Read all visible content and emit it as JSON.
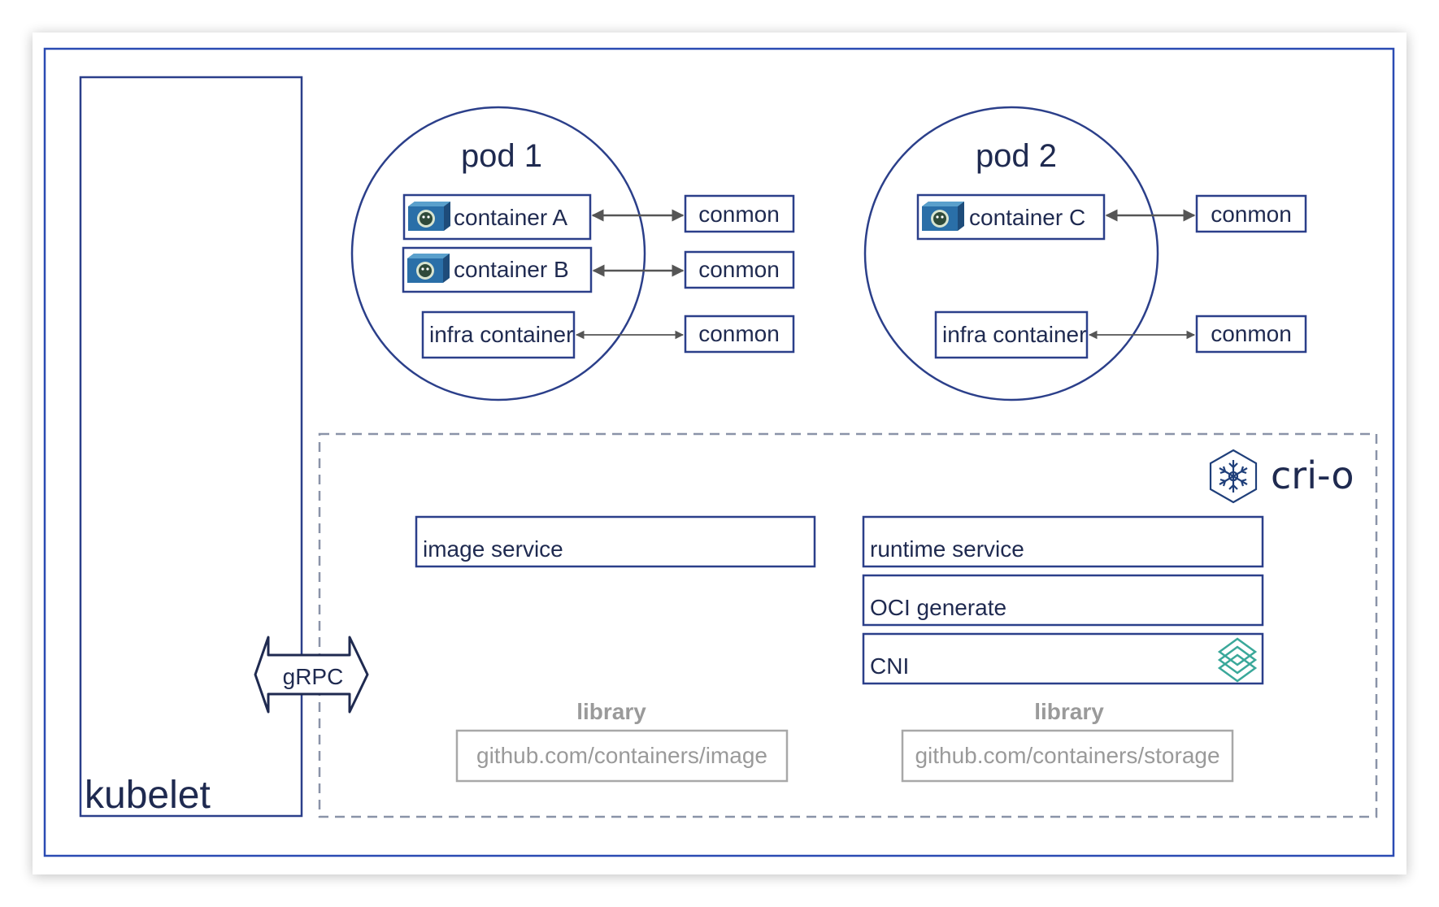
{
  "kubelet": {
    "label": "kubelet"
  },
  "grpc": {
    "label": "gRPC"
  },
  "pods": [
    {
      "title": "pod 1",
      "containers": [
        "container A",
        "container B"
      ],
      "infra": "infra container",
      "conmon": [
        "conmon",
        "conmon",
        "conmon"
      ]
    },
    {
      "title": "pod 2",
      "containers": [
        "container C"
      ],
      "infra": "infra container",
      "conmon": [
        "conmon",
        "conmon"
      ]
    }
  ],
  "crio": {
    "logo_text": "cri-o",
    "image_service": "image service",
    "runtime_service": "runtime service",
    "oci_generate": "OCI generate",
    "cni": "CNI",
    "libraries": [
      {
        "label": "library",
        "repo": "github.com/containers/image"
      },
      {
        "label": "library",
        "repo": "github.com/containers/storage"
      }
    ]
  },
  "icons": {
    "container": "container-icon",
    "crio_logo": "crio-snowflake-icon",
    "cni_logo": "cni-logo-icon"
  },
  "colors": {
    "outline": "#2b3f8a",
    "text": "#1f2a50",
    "dashed": "#8a93a8",
    "library_gray": "#9a9a9a",
    "cni_teal": "#3aa89a"
  }
}
